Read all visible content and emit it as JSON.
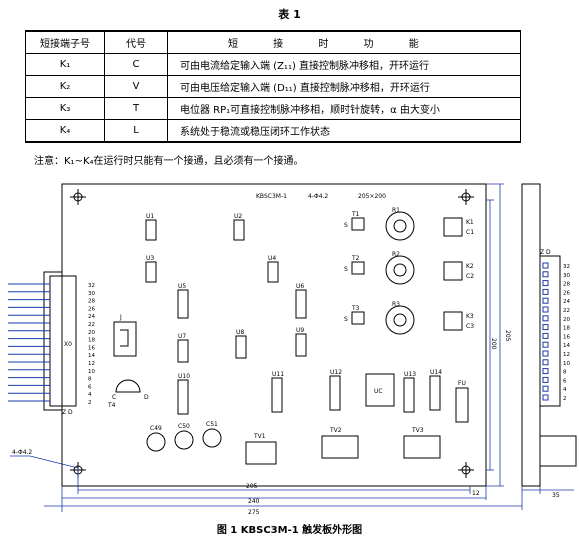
{
  "table": {
    "title": "表 1",
    "header": {
      "terminal": "短接端子号",
      "code": "代号",
      "function": "短 接 时 功 能"
    },
    "rows": [
      {
        "terminal": "K₁",
        "code": "C",
        "function": "可由电流给定输入端 (Z₁₁) 直接控制脉冲移相，开环运行"
      },
      {
        "terminal": "K₂",
        "code": "V",
        "function": "可由电压给定输入端 (D₁₁) 直接控制脉冲移相，开环运行"
      },
      {
        "terminal": "K₃",
        "code": "T",
        "function": "电位器 RP₁可直接控制脉冲移相，顺时针旋转，α 由大变小"
      },
      {
        "terminal": "K₄",
        "code": "L",
        "function": "系统处于稳流或稳压闭环工作状态"
      }
    ]
  },
  "note": "注意：K₁~K₄在运行时只能有一个接通，且必须有一个接通。",
  "drawing": {
    "board_title": "KBSC3M-1",
    "hole_spec": "4-Φ4.2",
    "size_label": "205×200",
    "hole_callout": "4-Φ4.2",
    "connector_label": "X0",
    "connector_pins": [
      "32",
      "30",
      "28",
      "26",
      "24",
      "22",
      "20",
      "18",
      "16",
      "14",
      "12",
      "10",
      "8",
      "6",
      "4",
      "2"
    ],
    "connector_bottom": "Z  D",
    "right_connector_top": "Z  D",
    "right_connector_pins": [
      "32",
      "30",
      "28",
      "26",
      "24",
      "22",
      "20",
      "18",
      "16",
      "14",
      "12",
      "10",
      "8",
      "6",
      "4",
      "2"
    ],
    "dim_205": "205",
    "dim_240": "240",
    "dim_275": "275",
    "dim_12": "12",
    "dim_35": "35",
    "dim_200": "200",
    "dim_205v": "205",
    "chips_row1": [
      "U1",
      "U2"
    ],
    "chips_row2": [
      "U3",
      "U4"
    ],
    "chips_row3": [
      "U5",
      "U6"
    ],
    "chips_row4": [
      "U7",
      "U8",
      "U9"
    ],
    "chips_row5": [
      "U10",
      "U11",
      "U12",
      "U13",
      "U14"
    ],
    "trims": [
      "T1",
      "T2",
      "T3"
    ],
    "pots": [
      "R1",
      "R2",
      "R3"
    ],
    "switch_label": "J",
    "switch_pins": [
      "K1",
      "C1",
      "K2",
      "C2",
      "K3",
      "C3"
    ],
    "caps": [
      "C49",
      "C50",
      "C51"
    ],
    "transformers": [
      "TV1",
      "TV2",
      "TV3"
    ],
    "misc_labels": {
      "t4": "T4",
      "c": "C",
      "d": "D",
      "uc": "UC",
      "fu": "FU",
      "s": "S"
    }
  },
  "caption": "图 1   KBSC3M-1 触发板外形图"
}
